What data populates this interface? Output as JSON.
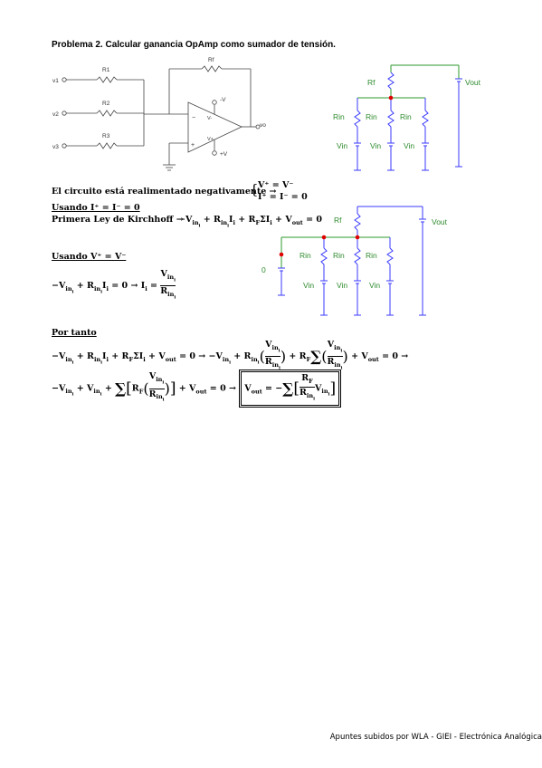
{
  "problem_title": "Problema 2. Calcular ganancia OpAmp como sumador de tensión.",
  "opamp_circuit": {
    "labels": {
      "r1": "R1",
      "r2": "R2",
      "r3": "R3",
      "rf": "Rf",
      "v1": "v1",
      "v2": "v2",
      "v3": "v3",
      "vo": "vo",
      "neg_supply": "-V",
      "pos_supply": "+V",
      "inv": "V-",
      "noninv": "V+"
    }
  },
  "circuit_a": {
    "rf": "Rf",
    "vout": "Vout",
    "rin": [
      "Rin",
      "Rin",
      "Rin"
    ],
    "vin": [
      "Vin",
      "Vin",
      "Vin"
    ]
  },
  "circuit_b": {
    "rf": "Rf",
    "vout": "Vout",
    "node": "0",
    "rin": [
      "Rin",
      "Rin",
      "Rin"
    ],
    "vin": [
      "Vin",
      "Vin",
      "Vin"
    ]
  },
  "text": {
    "feedback": "El circuito está realimentado negativamente →",
    "cond1": "V⁺ = V⁻",
    "cond2": "I⁺ = I⁻ = 0",
    "using_i": "Usando I⁺ = I⁻ = 0",
    "kirchhoff_label": "Primera Ley de Kirchhoff →",
    "kirchhoff_eq": "−V_in_i + R_in_i I_i + R_F ΣI_i + V_out = 0",
    "using_v": "Usando V⁺ = V⁻",
    "ohm_eq": "−V_in_i + R_in_i I_i = 0 → I_i = V_in_i / R_in_i",
    "therefore": "Por tanto",
    "step1": "−V_in_i + R_in_i I_i + R_F ΣI_i + V_out = 0 → −V_in_i + R_in_i (V_in_i / R_in_i) + R_F Σ(V_in_i / R_in_i) + V_out = 0 →",
    "step2": "−V_in_i + V_in_i + Σ[R_F (V_in_i / R_in_i)] + V_out = 0 →",
    "result": "V_out = −Σ[(R_F / R_in_i) V_in_i]"
  },
  "footer": "Apuntes subidos por WLA - GIEI - Electrónica Analógica",
  "colors": {
    "wire_green": "#2e9a2e",
    "wire_blue": "#3a3aff",
    "node_red": "#e00000",
    "label_green": "#2e8b2e",
    "ink": "#000000"
  }
}
